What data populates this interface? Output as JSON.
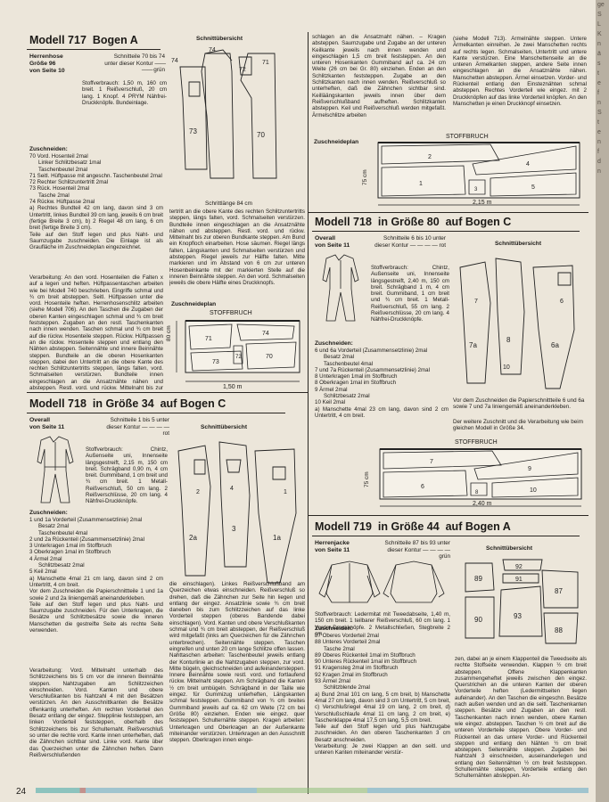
{
  "page_number": "24",
  "edge_letters": [
    "ge",
    "S",
    "L",
    "K",
    "n",
    "ä",
    "s",
    "t",
    "e",
    "f",
    "n",
    "S",
    "t",
    "e",
    "n",
    "f",
    "d",
    "n"
  ],
  "m717": {
    "title_a": "Modell 717",
    "title_b": "Bogen A",
    "item": "Herrenhose",
    "size": "Größe 96",
    "source": "von Seite 10",
    "cutting": "Schnitteile 70 bis 74 unter dieser Kontur",
    "color": "grün",
    "diagram_title": "Schnittübersicht",
    "length_note": "Schrittlänge 84 cm",
    "materials": "Stoffverbrauch: 1,50 m, 160 cm breit. 1 Reißverschluß, 20 cm lang. 1 Knopf. 4 PRYM Nähfrei-Druckknöpfe. Bundeinlage.",
    "cut_title": "Zuschneiden:",
    "cut_list": [
      "70 Vord. Hosenteil 2mal",
      "Linker Schlitzbesatz 1mal",
      "Taschenbeutel 2mal",
      "71 Seitl. Hüftpasse mit angeschn. Taschenbeutel 2mal",
      "72 Rechter Schlitzuntertritt 2mal",
      "73 Rück. Hosenteil 2mal",
      "Tasche 2mal",
      "74 Rückw. Hüftpasse 2mal",
      "a) Rechtes Bundteil 42 cm lang, davon sind 3 cm Untertritt, linkes Bundteil 39 cm lang, jeweils 6 cm breit (fertige Breite 3 cm), b) 2 Riegel 48 cm lang, 6 cm breit (fertige Breite 3 cm).",
      "Teile auf den Stoff legen und plus Naht- und Saumzugabe zuschneiden. Die Einlage ist als Graufläche im Zuschneideplan eingezeichnet."
    ],
    "work": "Verarbeitung: An den vord. Hosenteilen die Falten x auf a legen und heften. Hüftpassentaschen arbeiten wie bei Modell 740 beschrieben. Eingriffe schmal und ¾ cm breit absteppen. Seitl. Hüftpassen unter die vord. Hosenteile heften. Herrenhosenschlitz arbeiten (siehe Modell 706). An den Taschen die Zugaben der oberen Kanten eingeschlagen schmal und ¾ cm breit feststeppen. Zugaben an den restl. Taschenkanten nach innen wenden. Taschen schmal und ¾ cm breit auf die rückw. Hosenteile steppen. Rückw. Hüftpassen an die rückw. Hosenteile steppen und entlang den Nähten absteppen. Seitennähte und innere Beinnähte steppen. Bundteile an die oberen Hosenkanten steppen, dabei den Untertritt an die obere Kante des rechten Schlitzuntertritts steppen, längs falten, vord. Schmalseiten verstürzen. Bundteile innen eingeschlagen an die Ansatznähte nähen und absteppen. Restl. vord. und rückw. Mittelnaht bis zur oberen Bundkante steppen. Am Bund ein Knopfloch einarbeiten. Hose säumen. Riegel längs falten, Längskanten und Schmalseiten verstürzen und absteppen. Riegel jeweils zur Hälfte falten. Mitte markieren und im Abstand von 6 cm zur unteren Hosenbeinkante mit der markierten Stelle auf die inneren Beinnähte steppen. An den vord. Schmalseiten jeweils die obere Hälfte eines Druckknopfs, an den rückw. Schmalseiten im Abstand von 2 cm und 4 cm 2 untere Druckknopfhälften einsetzen.",
    "plan_title": "Zuschneideplan",
    "plan_fold": "STOFFBRUCH",
    "plan_width": "80 cm",
    "plan_length": "1,50 m",
    "piece_labels": [
      "73",
      "74",
      "71",
      "70",
      "72"
    ]
  },
  "m718a": {
    "title_a": "Modell 718",
    "title_b": "in Größe 34",
    "title_c": "auf Bogen C",
    "item": "Overall",
    "source": "von Seite 11",
    "cutting": "Schnitteile 1 bis 5 unter dieser Kontur",
    "color": "rot",
    "diagram_title": "Schnittübersicht",
    "materials": "Stoffverbrauch: Chintz, Außenseite uni, Innenseite längsgestreift, 2,15 m, 150 cm breit. Schrägband 0,90 m, 4 cm breit. Gummiband, 1 cm breit und ¾ cm breit. 1 Metall-Reißverschluß, 50 cm lang. 2 Reißverschlüsse, 20 cm lang. 4 Nähfrei-Druckknöpfe.",
    "cut_title": "Zuschneiden:",
    "cut_list": [
      "1 und 1a Vorderteil (Zusammensetzlinie) 2mal",
      "Besatz 2mal",
      "Taschenbeutel 4mal",
      "2 und 2a Rückenteil (Zusammensetzlinie) 2mal",
      "3 Unterkragen 1mal im Stoffbruch",
      "3 Oberkragen 1mal im Stoffbruch",
      "4 Ärmel 2mal",
      "Schlitzbesatz 2mal",
      "5 Keil 2mal",
      "a) Manschette 4mal 21 cm lang, davon sind 2 cm Untertritt, 4 cm breit.",
      "Vor dem Zuschneiden die Papierschnittteile 1 und 1a sowie 2 und 2a liniengemäß aneinanderkleben.",
      "Teile auf den Stoff legen und plus Naht- und Saumzugabe zuschneiden. Für den Unterkragen, die Besätze und Schlitzbesätze sowie die inneren Manschetten die gestreifte Seite als rechte Seite verwenden."
    ],
    "work": "Verarbeitung: Vord. Mittelnaht unterhalb des Schlitzzeichens bis 5 cm vor die inneren Beinnähte steppen. Nahtzugaben am Schlitzzeichen einschneiden. Vord. Kanten und obere Verschlußkanten bis Nahtzahl 4 mit den Besätzen verstürzen. An den Ausschnittkanten die Besätze offenkantig unterheften. Am rechten Vorderteil den Besatz entlang der eingez. Stepplinie feststeppen, am linken Vorderteil feststeppen, oberhalb des Schlitzzeichens bis zur Schulternaht. Reißverschluß so unter die rechte vord. Kante innen unterheften, daß die Zähnchen sichtbar sind. Linke vord. Kante über das Querzeichen unter die Zähnchen heften. Dann Reißverschlußenden",
    "work2": "die einschlagen). Linkes Reißverschlußband am Querzeichen etwas einschneiden. Reißverschluß so drehen, daß die Zähnchen zur Seite hin liegen und entlang der eingez. Ansatzlinie sowie ¾ cm breit daneben bis zum Schlitzzeichen auf das linke Vorderteil steppen (oberes Bandende dabei einschlagen). Vord. Kanten und obere Verschlußkanten schmal und ¾ cm breit absteppen, der Reißverschluß wird mitgefaßt (links am Querzeichen für die Zähnchen unterbrechen). Seitennähte steppen. Taschen eingreifen und unten 20 cm lange Schlitze offen lassen. Nahttaschen arbeiten: Taschenbeutel jeweils entlang der Konturlinie an die Nahtzugaben steppen, zur vord. Mitte bügeln, gleichschneiden und aufeinandersteppen. Innere Beinnähte sowie restl. vord. und fortlaufend rückw. Mittelnaht steppen. Am Schrägband die Kanten ½ cm breit umbügeln. Schrägband in der Taille wie eingez. für Gummizug unterheften, Längskanten schmal feststeppen. Gummiband von ¾ cm breites Gummiband jeweils auf ca. 62 cm Weite (72 cm bei Größe 80) einziehen. Enden wie eingez. quer feststeppen. Schulternähte steppen. Kragen arbeiten: Unterkragen und Oberkragen an der Außenkante miteinander verstürzen. Unterkragen an den Ausschnitt steppen. Oberkragen innen einge-"
  },
  "col3": {
    "work_top": "schlagen an die Ansatznaht nähen. – Kragen absteppen. Saumzugabe und Zugabe an der unteren Keilkante jeweils nach innen wenden und eingeschlagen 1,5 cm breit feststeppen. An den unteren Hosenkanten Gummiband auf ca. 24 cm Weite (26 cm bei Gr. 80) einziehen. Enden an den Schlitzkanten feststeppen. Zugabe an den Schlitzkanten nach innen wenden. Reißverschluß so unterheften, daß die Zähnchen sichtbar sind. Keilläängskanten jeweils innen über dem Reißverschlußband aufheften. Schlitzkanten absteppen. Keil und Reißverschluß werden mitgefaßt. Ärmelschlitze arbeiten",
    "work_top_r": "(siehe Modell 713). Ärmelnähte steppen. Untere Ärmelkanten einreihen. Je zwei Manschetten rechts auf rechts legen. Schmalseiten, Untertritt und untere Kante verstürzen. Eine Manschettenseite an die unteren Ärmelkanten steppen, andere Seite innen eingeschlagen an die Ansatznähte nähen. Manschetten absteppen. Ärmel einsetzen. Vorder- und Rückenteil entlang den Einsteznähten schmal absteppen. Rechtes Vorderteil wie eingez. mit 2 Druckknöpfen auf das linke Vorderteil knöpfen. An den Manschetten je einen Druckknopf einsetzen.",
    "plan_title": "Zuschneideplan",
    "plan_fold": "STOFFBRUCH",
    "plan_width": "75 cm",
    "plan_length": "2,15 m",
    "piece_labels": [
      "2",
      "1",
      "4",
      "5",
      "3"
    ]
  },
  "m718b": {
    "title_a": "Modell 718",
    "title_b": "in Größe 80",
    "title_c": "auf Bogen C",
    "item": "Overall",
    "source": "von Seite 11",
    "cutting": "Schnitteile 6 bis 10 unter dieser Kontur",
    "color": "rot",
    "diagram_title": "Schnittübersicht",
    "materials": "Stoffverbrauch: Chintz, Außenseite uni, Innenseite längsgestreift, 2,40 m, 150 cm breit. Schrägband 1 m, 4 cm breit. Gummiband, 1 cm breit und ¾ cm breit. 1 Metall-Reißverschluß, 55 cm lang. 2 Reißverschlüsse, 20 cm lang. 4 Nähfrei-Druckknöpfe.",
    "cut_title": "Zuschneiden:",
    "cut_list": [
      "6 und 6a Vorderteil (Zusammensetzlinie) 2mal",
      "Besatz 2mal",
      "Taschenbeutel 4mal",
      "7 und 7a Rückenteil (Zusammensetzlinie) 2mal",
      "8 Unterkragen 1mal im Stoffbruch",
      "8 Oberkragen 1mal im Stoffbruch",
      "9 Ärmel 2mal",
      "Schlitzbesatz 2mal",
      "10 Keil 2mal",
      "a) Manschette 4mal 23 cm lang, davon sind 2 cm Untertritt, 4 cm breit."
    ],
    "note": "Vor dem Zuschneiden die Papierschnittteile 6 und 6a sowie 7 und 7a liniengemäß aneinanderkleben.",
    "note2": "Der weitere Zuschnitt und die Verarbeitung wie beim gleichen Modell in Größe 34.",
    "plan_fold": "STOFFBRUCH",
    "plan_width": "75 cm",
    "plan_length": "2,40 m",
    "piece_labels": [
      "7",
      "6",
      "9",
      "10",
      "8"
    ]
  },
  "m719": {
    "title_a": "Modell 719",
    "title_b": "in Größe 44",
    "title_c": "auf Bogen A",
    "item": "Herrenjacke",
    "source": "von Seite 11",
    "cutting": "Schnitteile 87 bis 93 unter dieser Kontur",
    "color": "grün",
    "diagram_title": "Schnittübersicht",
    "materials": "Stoffverbrauch: Ledermitat mit Tweedabseite, 1,40 m, 150 cm breit. 1 teilbarer Reißverschluß, 60 cm lang. 1 Vorder-Druckknöpfe. 2 Metallschließen, Stegbreite 2 cm.",
    "cut_title": "Zuschneiden:",
    "cut_list": [
      "87 Oberes Vorderteil 2mal",
      "88 Unteres Vorderteil 2mal",
      "Tasche 2mal",
      "89 Oberes Rückenteil 1mal im Stoffbruch",
      "90 Unteres Rückenteil 1mal im Stoffbruch",
      "91 Kragensteg 2mal im Stoffbruch",
      "92 Kragen 2mal im Stoffbruch",
      "93 Ärmel 2mal",
      "Schlitzblende 2mal",
      "a) Bund 2mal 101 cm lang, 5 cm breit, b) Manschette 4mal 27 cm lang, davon sind 3 cm Untertritt, 5 cm breit, c) Verschlußriegel 4mal 19 cm lang, 2 cm breit, d) Verschlußschlaufe 4mal 11 cm lang, 2 cm breit, e) Taschenklappe 4mal 17,5 cm lang, 5,5 cm breit.",
      "Teile auf den Stoff legen und plus Nahtzugabe zuschneiden. An den oberen Taschenkanten 3 cm Besatz anschneiden.",
      "Verarbeitung: Je zwei Klappen an den seitl. und unteren Kanten miteinander verstür-"
    ],
    "work": "zen, dabei an je einem Klappenteil die Tweedseite als rechte Stoffseite verwenden. Klappen ½ cm breit absteppen. Offene Klappenkanten zusammengeheftet jeweils zwischen den eingez. Querstrichen an die unteren Kanten der oberen Vorderteile heften (Ledermittseiten liegen aufeinander). An den Taschen die eingeschn. Besätze nach außen wenden und an die seitl. Taschenkanten steppen. Besätze und Zugaben an den restl. Taschenkanten nach innen wenden, obere Kanten wie eingez. absteppen. Taschen ½ cm breit auf die unteren Vorderteile steppen. Obere Vorder- und Rückenteil an das untere Vorder- und Rückenteil steppen und entlang den Nähten ½ cm breit absteppen. Seitennähte steppen. Zugaben bei Nahtzahl 3 einschneiden, auseinanderlegen und entlang den Seitennähten ½ cm breit feststeppen. Schulternähte steppen, Vorderteile entlang den Schulternähten absteppen. An-",
    "piece_labels": [
      "89",
      "92",
      "87",
      "91",
      "90",
      "93",
      "88"
    ]
  }
}
